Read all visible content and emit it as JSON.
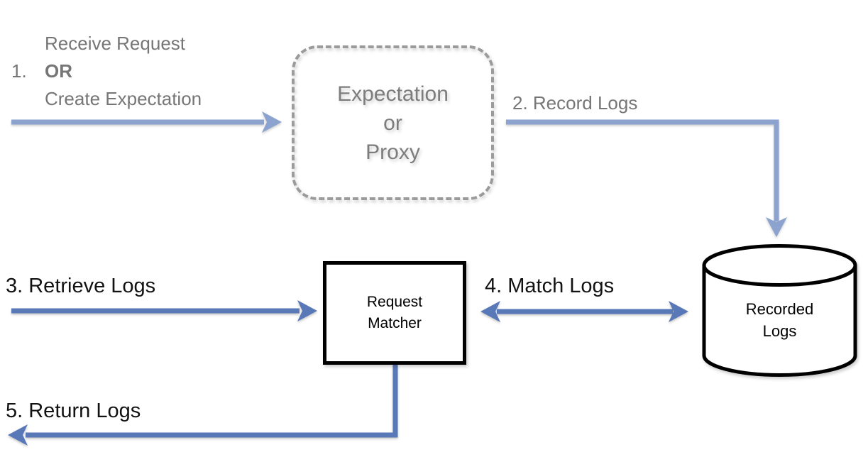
{
  "diagram": {
    "description": "Flow diagram of request recording and matching",
    "colors": {
      "arrow_light_blue": "#8ca3cf",
      "arrow_dark_blue": "#5878b8",
      "gray_text": "#767676",
      "node_gray_text": "#7d7d7d",
      "dashed_border_gray": "#9b9b9b",
      "node_border_black": "#000000",
      "background": "#ffffff"
    },
    "steps": {
      "step1": {
        "number": "1.",
        "line_receive": "Receive Request",
        "line_or": "OR",
        "line_create": "Create Expectation"
      },
      "step2": {
        "label": "2. Record Logs"
      },
      "step3": {
        "label": "3. Retrieve Logs"
      },
      "step4": {
        "label": "4. Match Logs"
      },
      "step5": {
        "label": "5. Return Logs"
      }
    },
    "nodes": {
      "expectation_proxy": {
        "label": "Expectation\nor\nProxy",
        "shape": "dashed-rounded-rectangle"
      },
      "request_matcher": {
        "label": "Request\nMatcher",
        "shape": "rectangle"
      },
      "recorded_logs": {
        "label": "Recorded\nLogs",
        "shape": "database-cylinder"
      }
    }
  }
}
